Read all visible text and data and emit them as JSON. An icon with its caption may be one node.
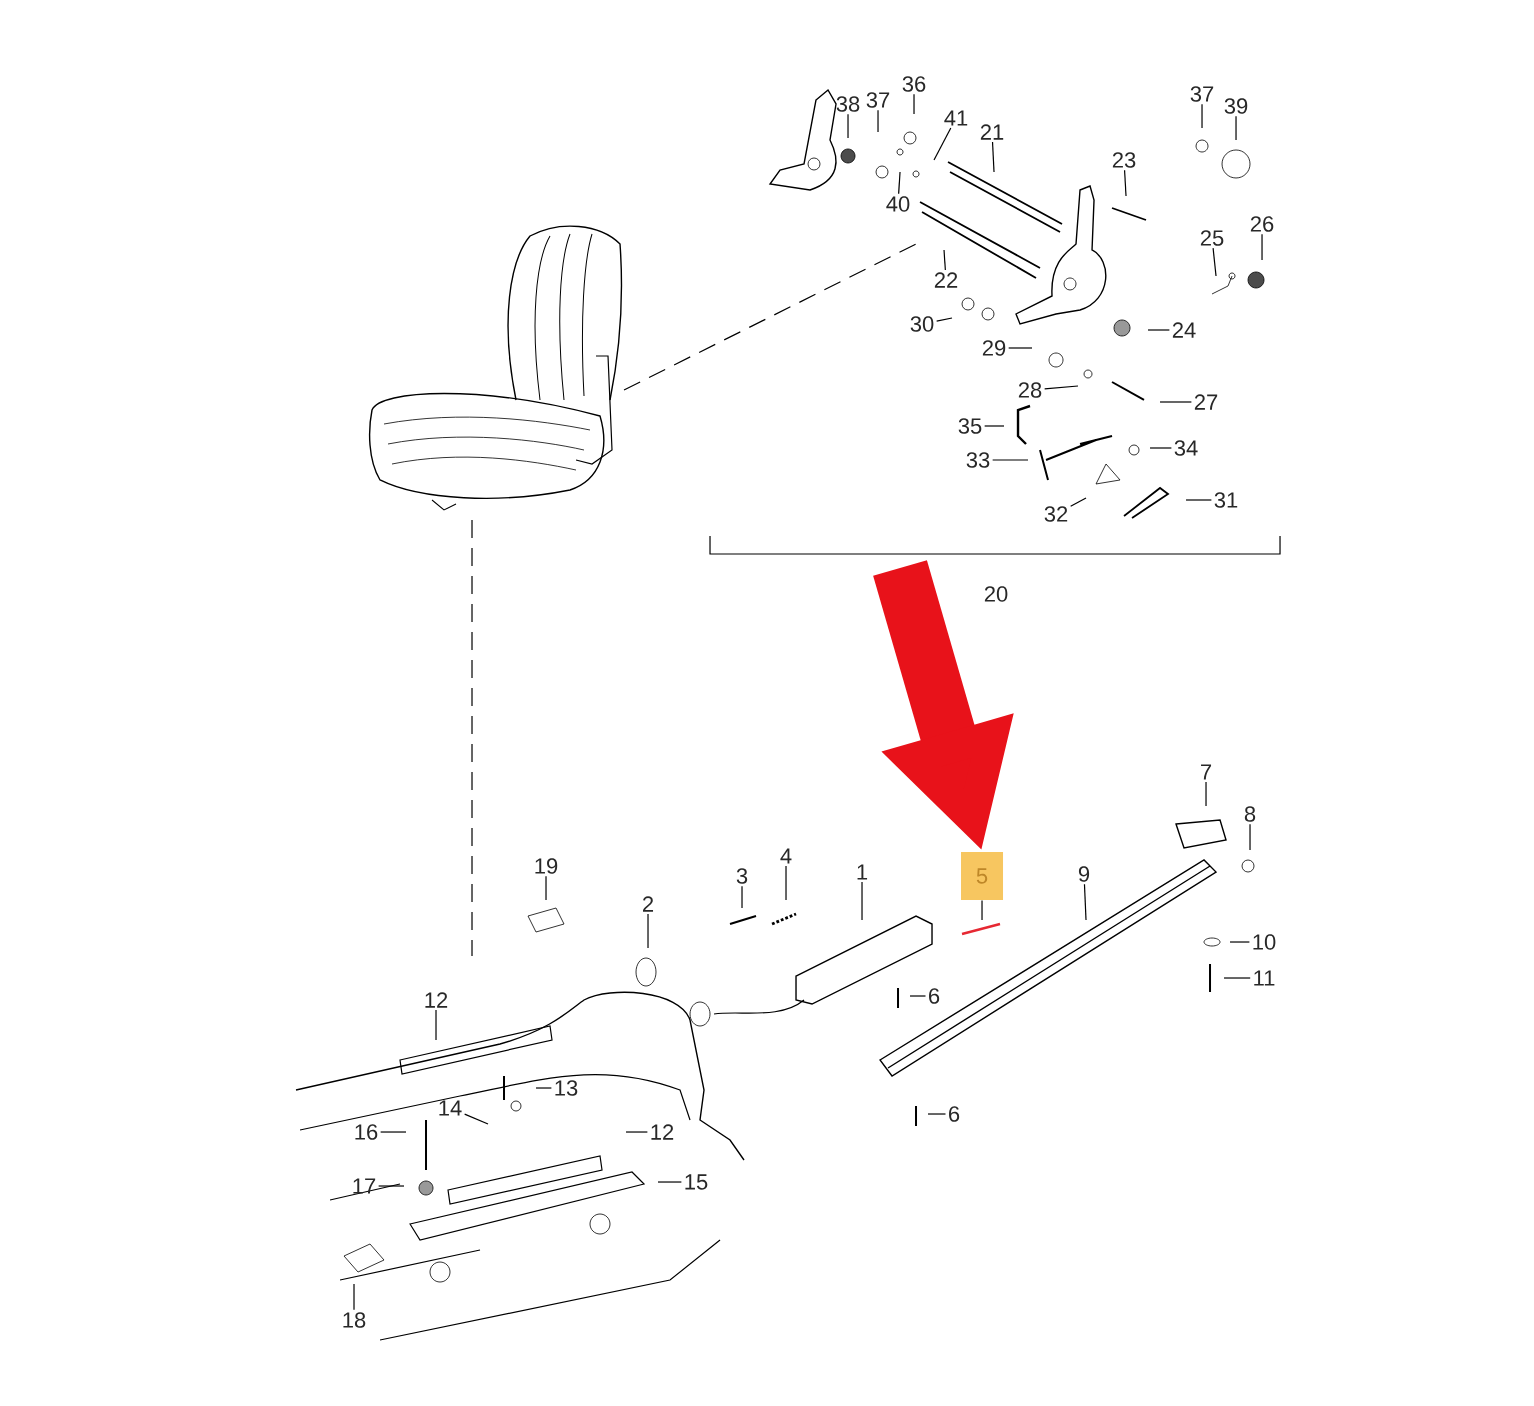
{
  "diagram": {
    "nodes": [
      {
        "text": [
          "38"
        ]
      },
      {
        "text": [
          "37"
        ]
      },
      {
        "text": [
          "36"
        ]
      },
      {
        "text": [
          "41"
        ]
      },
      {
        "text": [
          "21"
        ]
      },
      {
        "text": [
          "40"
        ]
      },
      {
        "text": [
          "37"
        ]
      },
      {
        "text": [
          "39"
        ]
      },
      {
        "text": [
          "23"
        ]
      },
      {
        "text": [
          "25"
        ]
      },
      {
        "text": [
          "26"
        ]
      },
      {
        "text": [
          "22"
        ]
      },
      {
        "text": [
          "30"
        ]
      },
      {
        "text": [
          "24"
        ]
      },
      {
        "text": [
          "29"
        ]
      },
      {
        "text": [
          "28"
        ]
      },
      {
        "text": [
          "27"
        ]
      },
      {
        "text": [
          "35"
        ]
      },
      {
        "text": [
          "34"
        ]
      },
      {
        "text": [
          "33"
        ]
      },
      {
        "text": [
          "31"
        ]
      },
      {
        "text": [
          "32"
        ]
      },
      {
        "text": [
          "20"
        ]
      },
      {
        "text": [
          "7"
        ]
      },
      {
        "text": [
          "8"
        ]
      },
      {
        "text": [
          "19"
        ]
      },
      {
        "text": [
          "3"
        ]
      },
      {
        "text": [
          "4"
        ]
      },
      {
        "text": [
          "1"
        ]
      },
      {
        "text": [
          "5"
        ]
      },
      {
        "text": [
          "9"
        ]
      },
      {
        "text": [
          "2"
        ]
      },
      {
        "text": [
          "10"
        ]
      },
      {
        "text": [
          "11"
        ]
      },
      {
        "text": [
          "6"
        ]
      },
      {
        "text": [
          "12"
        ]
      },
      {
        "text": [
          "13"
        ]
      },
      {
        "text": [
          "14"
        ]
      },
      {
        "text": [
          "6"
        ]
      },
      {
        "text": [
          "16"
        ]
      },
      {
        "text": [
          "12"
        ]
      },
      {
        "text": [
          "15"
        ]
      },
      {
        "text": [
          "17"
        ]
      },
      {
        "text": [
          "18"
        ]
      }
    ],
    "edges": [
      {
        "from": 0,
        "to": null,
        "arrow": "none"
      },
      {
        "from": 1,
        "to": null,
        "arrow": "none"
      },
      {
        "from": 2,
        "to": null,
        "arrow": "none"
      },
      {
        "from": 3,
        "to": null,
        "arrow": "none"
      },
      {
        "from": 4,
        "to": null,
        "arrow": "none"
      },
      {
        "from": 5,
        "to": null,
        "arrow": "none"
      },
      {
        "from": 6,
        "to": null,
        "arrow": "none"
      },
      {
        "from": 7,
        "to": null,
        "arrow": "none"
      },
      {
        "from": 8,
        "to": null,
        "arrow": "none"
      },
      {
        "from": 9,
        "to": null,
        "arrow": "none"
      },
      {
        "from": 10,
        "to": null,
        "arrow": "none"
      },
      {
        "from": 11,
        "to": null,
        "arrow": "none"
      },
      {
        "from": 12,
        "to": null,
        "arrow": "none"
      },
      {
        "from": 13,
        "to": null,
        "arrow": "none"
      },
      {
        "from": 14,
        "to": null,
        "arrow": "none"
      },
      {
        "from": 15,
        "to": null,
        "arrow": "none"
      },
      {
        "from": 16,
        "to": null,
        "arrow": "none"
      },
      {
        "from": 17,
        "to": null,
        "arrow": "none"
      },
      {
        "from": 18,
        "to": null,
        "arrow": "none"
      },
      {
        "from": 19,
        "to": null,
        "arrow": "none"
      },
      {
        "from": 20,
        "to": null,
        "arrow": "none"
      },
      {
        "from": 21,
        "to": null,
        "arrow": "none"
      },
      {
        "from": 23,
        "to": null,
        "arrow": "none"
      },
      {
        "from": 24,
        "to": null,
        "arrow": "none"
      },
      {
        "from": 25,
        "to": null,
        "arrow": "none"
      },
      {
        "from": 26,
        "to": null,
        "arrow": "none"
      },
      {
        "from": 27,
        "to": null,
        "arrow": "none"
      },
      {
        "from": 28,
        "to": null,
        "arrow": "none"
      },
      {
        "from": 29,
        "to": null,
        "arrow": "none"
      },
      {
        "from": 30,
        "to": null,
        "arrow": "none"
      },
      {
        "from": 31,
        "to": null,
        "arrow": "none"
      },
      {
        "from": 32,
        "to": null,
        "arrow": "none"
      },
      {
        "from": 33,
        "to": null,
        "arrow": "none"
      },
      {
        "from": 34,
        "to": null,
        "arrow": "none"
      },
      {
        "from": 35,
        "to": null,
        "arrow": "none"
      },
      {
        "from": 36,
        "to": null,
        "arrow": "none"
      },
      {
        "from": 37,
        "to": null,
        "arrow": "none"
      },
      {
        "from": 38,
        "to": null,
        "arrow": "none"
      },
      {
        "from": 39,
        "to": null,
        "arrow": "none"
      },
      {
        "from": 40,
        "to": null,
        "arrow": "none"
      },
      {
        "from": 41,
        "to": null,
        "arrow": "none"
      },
      {
        "from": 42,
        "to": null,
        "arrow": "none"
      },
      {
        "from": 43,
        "to": null,
        "arrow": "none"
      },
      {
        "from": null,
        "to": 29,
        "arrow": "to",
        "style": "thick",
        "color": "#e8121a"
      }
    ]
  }
}
